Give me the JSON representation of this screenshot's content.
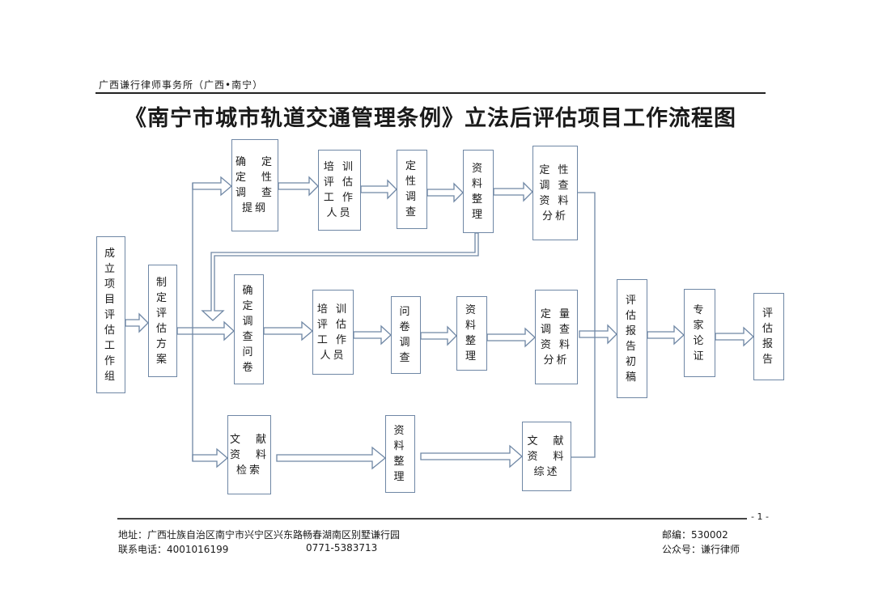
{
  "header": {
    "firm": "广西谦行律师事务所（广西•南宁）",
    "title": "《南宁市城市轨道交通管理条例》立法后评估项目工作流程图"
  },
  "nodes": {
    "setup_group": "成\n立\n项\n目\n评\n估\n工\n作\n组",
    "make_plan": "制\n定\n评\n估\n方\n案",
    "qual_outline": "确　定\n定　性\n调　查\n提纲",
    "qual_training": "培 训\n评 估\n工 作\n人员",
    "qual_survey": "定\n性\n调\n查",
    "qual_data": "资\n料\n整\n理",
    "qual_analysis": "定 性\n调 查\n资 料\n分析",
    "quant_questionnaire": "确\n定\n调\n查\n问\n卷",
    "quant_training": "培 训\n评 估\n工 作\n人员",
    "quant_survey": "问\n卷\n调\n查",
    "quant_data": "资\n料\n整\n理",
    "quant_analysis": "定 量\n调 查\n资 料\n分析",
    "lit_search": "文　献\n资　料\n检索",
    "lit_data": "资\n料\n整\n理",
    "lit_review": "文　献\n资　料\n综述",
    "draft_report": "评\n估\n报\n告\n初\n稿",
    "expert_review": "专\n家\n论\n证",
    "final_report": "评\n估\n报\n告"
  },
  "footer": {
    "page_number": "- 1 -",
    "address": "地址：广西壮族自治区南宁市兴宁区兴东路畅春湖南区别墅谦行园",
    "postcode": "邮编：530002",
    "phone": "联系电话：4001016199",
    "phone2": "0771-5383713",
    "wechat": "公众号：谦行律师"
  }
}
